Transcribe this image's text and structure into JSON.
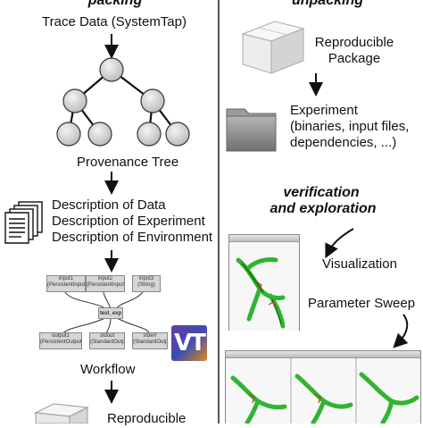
{
  "left": {
    "heading": "packing",
    "trace_label": "Trace Data (SystemTap)",
    "tree_label": "Provenance Tree",
    "descriptions": [
      "Description of Data",
      "Description of Experiment",
      "Description of Environment"
    ],
    "workflow_nodes": {
      "input1": "input1",
      "input2": "input2",
      "input3": "input3",
      "test_exp": "test_exp",
      "output1": "output1",
      "stdout": "stdout",
      "stderr": "stderr"
    },
    "workflow_label": "Workflow",
    "reproducible_label": "Reproducible"
  },
  "right": {
    "heading": "unpacking",
    "package_label_line1": "Reproducible",
    "package_label_line2": "Package",
    "experiment_lines": [
      "Experiment",
      "(binaries, input files,",
      "dependencies, ...)"
    ],
    "ve_heading_line1": "verification",
    "ve_heading_line2": "and exploration",
    "visualization_label": "Visualization",
    "sweep_label": "Parameter Sweep"
  },
  "logo_text": "VT",
  "colors": {
    "node_fill": "#d4d4d4",
    "vessel_green": "#2fb52f",
    "vessel_dark": "#0e6b10",
    "folder_gray": "#8d8d8d"
  }
}
